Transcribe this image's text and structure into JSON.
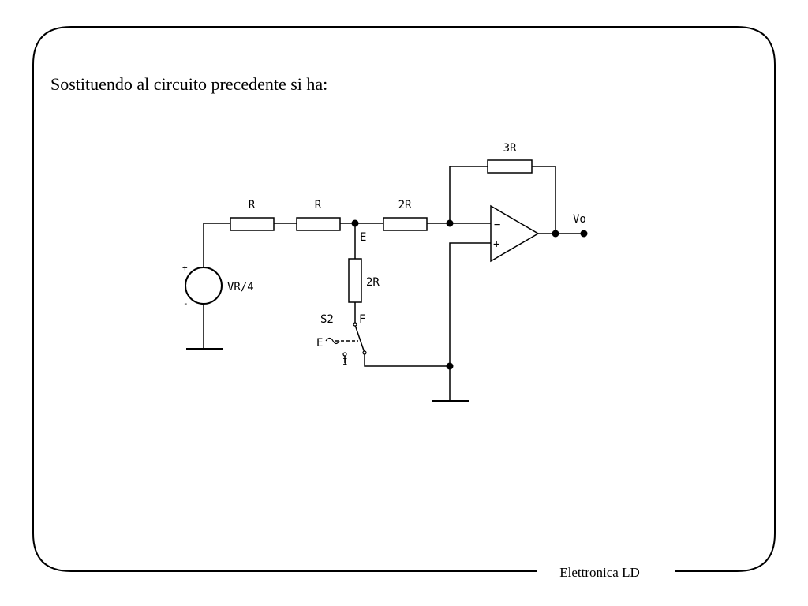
{
  "slide": {
    "intro_text": "Sostituendo al circuito precedente si ha:",
    "footer_text": "Elettronica LD"
  },
  "circuit": {
    "labels": {
      "r1": "R",
      "r2": "R",
      "r_series": "2R",
      "r_feedback": "3R",
      "r_shunt": "2R",
      "node_e": "E",
      "node_f": "F",
      "switch": "S2",
      "source": "VR/4",
      "output": "Vo",
      "opamp_inverting": "−",
      "opamp_noninverting": "+",
      "source_plus": "+",
      "source_minus": "-",
      "switch_pos_e": "E",
      "switch_pos_i": "I"
    }
  }
}
